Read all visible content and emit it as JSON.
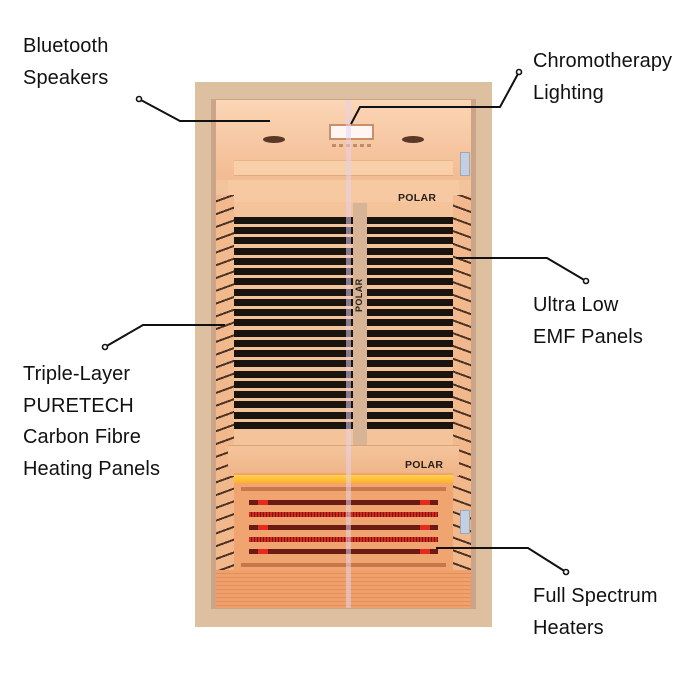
{
  "image": {
    "subject": "infrared sauna cabin with feature callouts",
    "background_color": "#ffffff",
    "text_color": "#111111"
  },
  "labels": {
    "bluetooth": {
      "lines": [
        "Bluetooth",
        "Speakers"
      ]
    },
    "chromotherapy": {
      "lines": [
        "Chromotherapy",
        "Lighting"
      ]
    },
    "emf": {
      "lines": [
        "Ultra Low",
        "EMF Panels"
      ]
    },
    "carbon": {
      "lines": [
        "Triple-Layer",
        "PURETECH",
        "Carbon Fibre",
        "Heating Panels"
      ]
    },
    "spectrum": {
      "lines": [
        "Full Spectrum",
        "Heaters"
      ]
    }
  },
  "sauna": {
    "brand_upper": "POLAR",
    "brand_vertical": "POLAR",
    "brand_lower": "POLAR",
    "colors": {
      "frame": "#dcc0a0",
      "wood_interior": "#f4c39a",
      "carbon_panel": "#1a1410",
      "heater_red": "#e62a1e",
      "glow_yellow": "#ffd34a",
      "hinge": "#c4d0e2"
    }
  }
}
